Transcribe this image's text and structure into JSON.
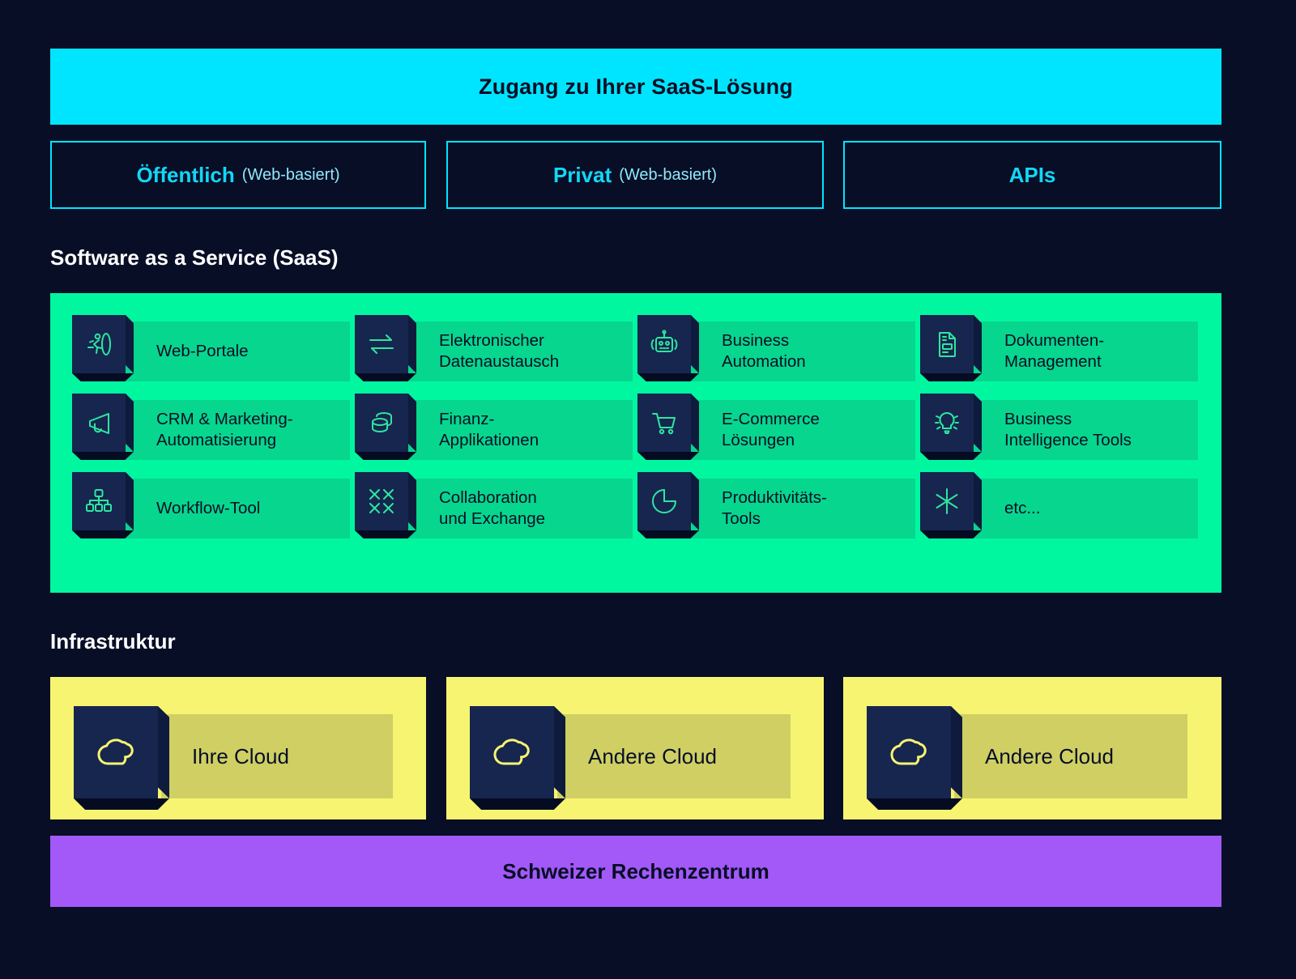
{
  "access": {
    "title": "Zugang zu Ihrer SaaS-Lösung",
    "options": [
      {
        "strong": "Öffentlich",
        "weak": "(Web-basiert)"
      },
      {
        "strong": "Privat",
        "weak": "(Web-basiert)"
      },
      {
        "strong": "APIs",
        "weak": ""
      }
    ]
  },
  "saas": {
    "heading": "Software as a Service (SaaS)",
    "items": [
      {
        "label": "Web-Portale",
        "icon": "running-person-portal-icon"
      },
      {
        "label": "Elektronischer\nDatenaustausch",
        "icon": "exchange-arrows-icon"
      },
      {
        "label": "Business\nAutomation",
        "icon": "robot-icon"
      },
      {
        "label": "Dokumenten-\nManagement",
        "icon": "document-icon"
      },
      {
        "label": "CRM & Marketing-\nAutomatisierung",
        "icon": "megaphone-icon"
      },
      {
        "label": "Finanz-\nApplikationen",
        "icon": "database-stack-icon"
      },
      {
        "label": "E-Commerce\nLösungen",
        "icon": "shopping-cart-icon"
      },
      {
        "label": "Business\nIntelligence Tools",
        "icon": "lightbulb-icon"
      },
      {
        "label": "Workflow-Tool",
        "icon": "hierarchy-icon"
      },
      {
        "label": "Collaboration\nund Exchange",
        "icon": "collapse-arrows-icon"
      },
      {
        "label": "Produktivitäts-\nTools",
        "icon": "clock-timer-icon"
      },
      {
        "label": "etc...",
        "icon": "asterisk-icon"
      }
    ]
  },
  "infrastructure": {
    "heading": "Infrastruktur",
    "clouds": [
      {
        "label": "Ihre Cloud",
        "icon": "cloud-icon"
      },
      {
        "label": "Andere Cloud",
        "icon": "cloud-icon"
      },
      {
        "label": "Andere Cloud",
        "icon": "cloud-icon"
      }
    ]
  },
  "datacenter": {
    "label": "Schweizer Rechenzentrum"
  },
  "colors": {
    "background": "#070e26",
    "accent_cyan": "#00e5ff",
    "accent_green": "#00f7a0",
    "plate_green": "#07d68e",
    "tile_navy": "#16264f",
    "accent_yellow": "#f7f472",
    "plate_yellow": "#cfcf63",
    "accent_purple": "#a259f7",
    "text_light": "#ffffff"
  }
}
